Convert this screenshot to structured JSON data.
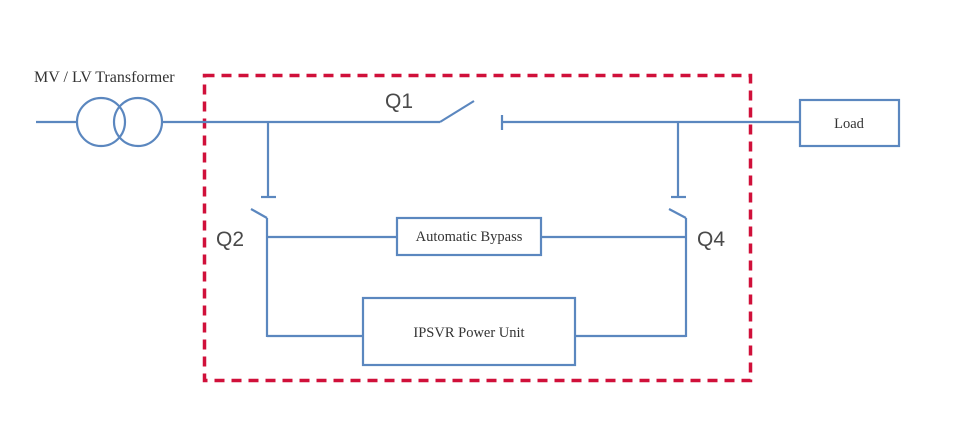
{
  "diagram": {
    "title": "IPSVR single-line diagram",
    "colors": {
      "wire": "#5b87bf",
      "boundary": "#d0103a",
      "text": "#333333",
      "switch_label": "#4a4a4a",
      "background": "#ffffff"
    },
    "labels": {
      "transformer": "MV / LV Transformer",
      "q1": "Q1",
      "q2": "Q2",
      "q4": "Q4",
      "load": "Load",
      "bypass": "Automatic Bypass",
      "power_unit": "IPSVR Power Unit"
    },
    "components": [
      {
        "id": "transformer",
        "type": "transformer-icon"
      },
      {
        "id": "q1",
        "type": "switch",
        "state": "open"
      },
      {
        "id": "q2",
        "type": "switch",
        "state": "open"
      },
      {
        "id": "q4",
        "type": "switch",
        "state": "open"
      },
      {
        "id": "bypass",
        "type": "block"
      },
      {
        "id": "power_unit",
        "type": "block"
      },
      {
        "id": "load",
        "type": "block"
      }
    ],
    "boundary": {
      "style": "dashed",
      "encloses": [
        "q1",
        "q2",
        "q4",
        "bypass",
        "power_unit"
      ]
    }
  }
}
